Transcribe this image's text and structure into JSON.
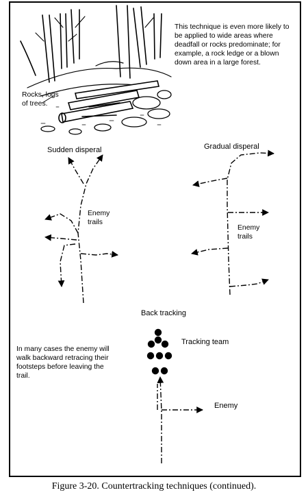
{
  "intro_text": "This technique is even more likely to be applied to wide areas where deadfall or rocks predominate; for example, a rock ledge or a blown down area in a large forest.",
  "rocks_label": "Rocks, logs of trees.",
  "sudden_label": "Sudden disperal",
  "gradual_label": "Gradual disperal",
  "enemy_trails_left": "Enemy trails",
  "enemy_trails_right": "Enemy trails",
  "back_tracking_label": "Back tracking",
  "tracking_team_label": "Tracking team",
  "backward_note": "In many cases the enemy will walk backward retracing their footsteps before leaving the trail.",
  "enemy_label": "Enemy",
  "caption": "Figure 3-20. Countertracking techniques (continued).",
  "line_color": "#000000"
}
